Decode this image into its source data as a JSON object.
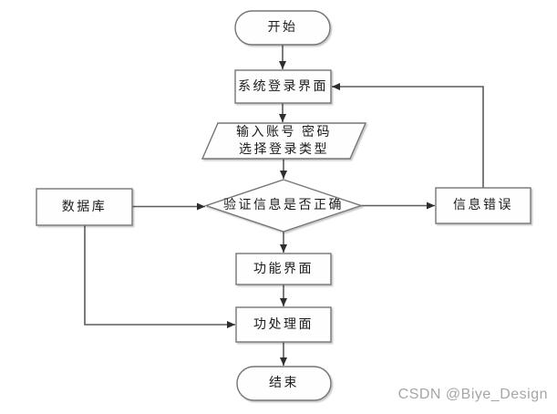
{
  "diagram": {
    "type": "flowchart",
    "nodes": {
      "start": {
        "shape": "terminator",
        "label": "开始"
      },
      "login": {
        "shape": "rectangle",
        "label": "系统登录界面"
      },
      "input": {
        "shape": "parallelogram",
        "line1": "输入账号 密码",
        "line2": "选择登录类型"
      },
      "decision": {
        "shape": "diamond",
        "label": "验证信息是否正确"
      },
      "database": {
        "shape": "rectangle",
        "label": "数据库"
      },
      "error": {
        "shape": "rectangle",
        "label": "信息错误"
      },
      "function": {
        "shape": "rectangle",
        "label": "功能界面"
      },
      "process": {
        "shape": "rectangle",
        "label": "功处理面"
      },
      "end": {
        "shape": "terminator",
        "label": "结束"
      }
    },
    "edges": [
      {
        "from": "start",
        "to": "login"
      },
      {
        "from": "login",
        "to": "input"
      },
      {
        "from": "input",
        "to": "decision"
      },
      {
        "from": "database",
        "to": "decision"
      },
      {
        "from": "decision",
        "to": "error"
      },
      {
        "from": "error",
        "to": "login"
      },
      {
        "from": "decision",
        "to": "function"
      },
      {
        "from": "function",
        "to": "process"
      },
      {
        "from": "database",
        "to": "process"
      },
      {
        "from": "process",
        "to": "end"
      }
    ],
    "colors": {
      "background": "#ffffff",
      "shape_fill": "#fefefe",
      "shape_border": "#757575",
      "line": "#5c5c5c",
      "arrowhead": "#2e2e2e",
      "text": "#1c1c1c"
    }
  },
  "watermark": {
    "text": "CSDN @Biye_Design",
    "color": "#a6a6a6"
  }
}
